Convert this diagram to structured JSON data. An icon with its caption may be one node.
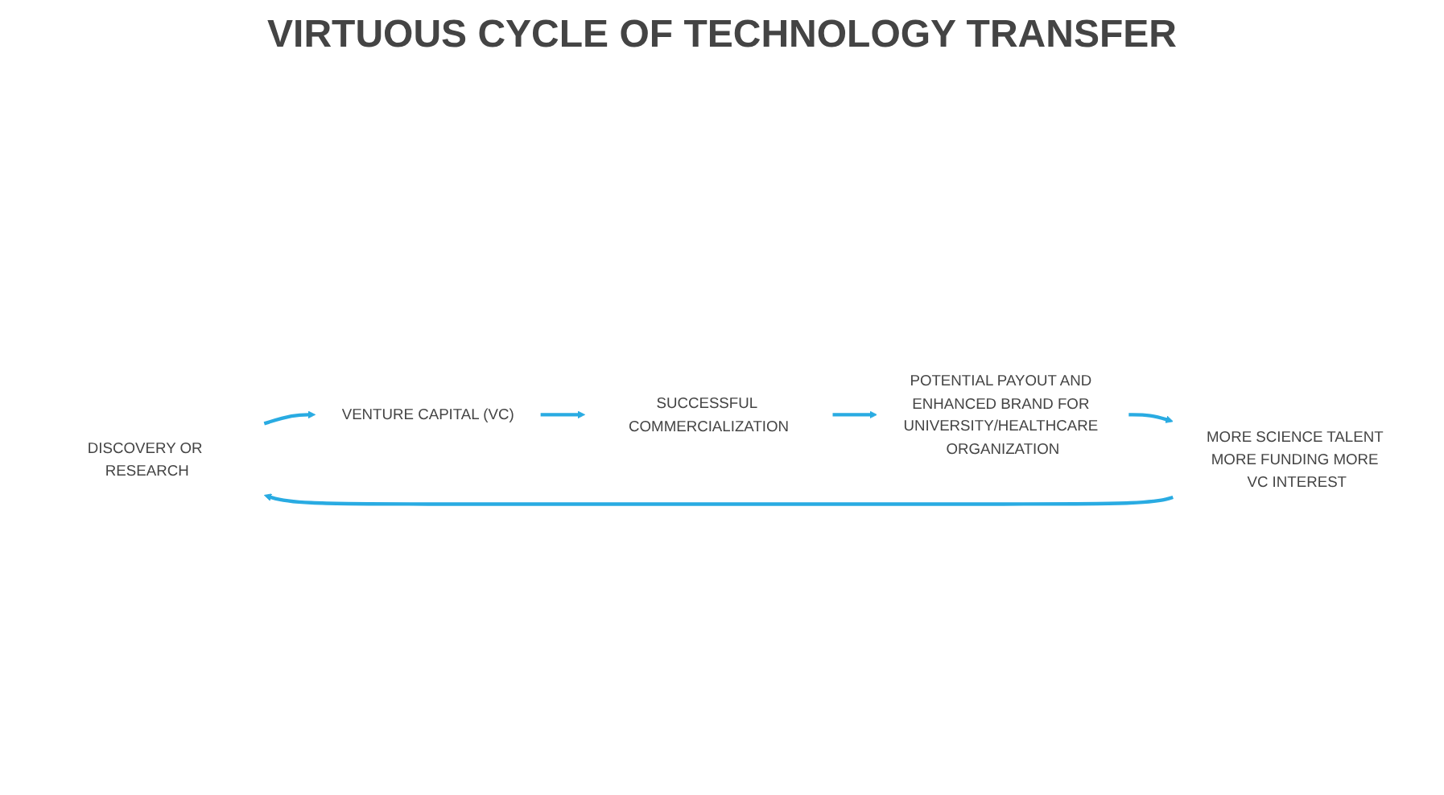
{
  "diagram": {
    "title": "VIRTUOUS CYCLE OF TECHNOLOGY TRANSFER",
    "nodes": [
      {
        "text": [
          "DISCOVERY OR RESEARCH"
        ]
      },
      {
        "text": [
          "VENTURE CAPITAL (VC)"
        ]
      },
      {
        "text": [
          "SUCCESSFUL COMMERCIALIZATION"
        ]
      },
      {
        "text": [
          "POTENTIAL PAYOUT AND ENHANCED BRAND FOR UNIVERSITY/HEALTHCARE ORGANIZATION"
        ]
      },
      {
        "text": [
          "MORE SCIENCE TALENT MORE FUNDING MORE VC INTEREST"
        ]
      }
    ],
    "edges": [
      {
        "from": 4,
        "to": 0,
        "arrow": "to"
      },
      {
        "from": 0,
        "to": 1,
        "arrow": "to"
      },
      {
        "from": 1,
        "to": 2,
        "arrow": "to"
      },
      {
        "from": 2,
        "to": 3,
        "arrow": "to"
      },
      {
        "from": 3,
        "to": 4,
        "arrow": "to"
      }
    ]
  }
}
